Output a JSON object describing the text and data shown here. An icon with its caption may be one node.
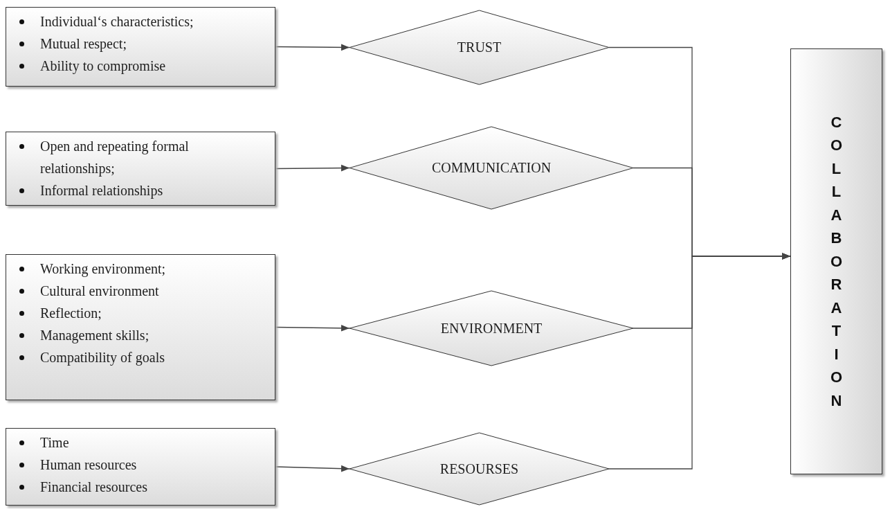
{
  "diagram": {
    "nodes": [
      {
        "text": [
          "Individual‘s characteristics;",
          "Mutual respect;",
          "Ability to compromise"
        ]
      },
      {
        "text": [
          "TRUST"
        ]
      },
      {
        "text": [
          "Open and repeating formal relationships;",
          "Informal relationships"
        ]
      },
      {
        "text": [
          "COMMUNICATION"
        ]
      },
      {
        "text": [
          "Working environment;",
          "Cultural environment",
          "Reflection;",
          "Management skills;",
          "Compatibility of goals"
        ]
      },
      {
        "text": [
          "ENVIRONMENT"
        ]
      },
      {
        "text": [
          "Time",
          "Human resources",
          "Financial resources"
        ]
      },
      {
        "text": [
          "RESOURSES"
        ]
      },
      {
        "text": [
          "COLLABORATION"
        ]
      }
    ],
    "edges": [
      {
        "from": 0,
        "to": 1,
        "arrow": "to"
      },
      {
        "from": 2,
        "to": 3,
        "arrow": "to"
      },
      {
        "from": 4,
        "to": 5,
        "arrow": "to"
      },
      {
        "from": 6,
        "to": 7,
        "arrow": "to"
      },
      {
        "from": 1,
        "to": 8,
        "arrow": "to"
      },
      {
        "from": 3,
        "to": 8,
        "arrow": "to"
      },
      {
        "from": 5,
        "to": 8,
        "arrow": "to"
      },
      {
        "from": 7,
        "to": 8,
        "arrow": "to"
      }
    ]
  }
}
